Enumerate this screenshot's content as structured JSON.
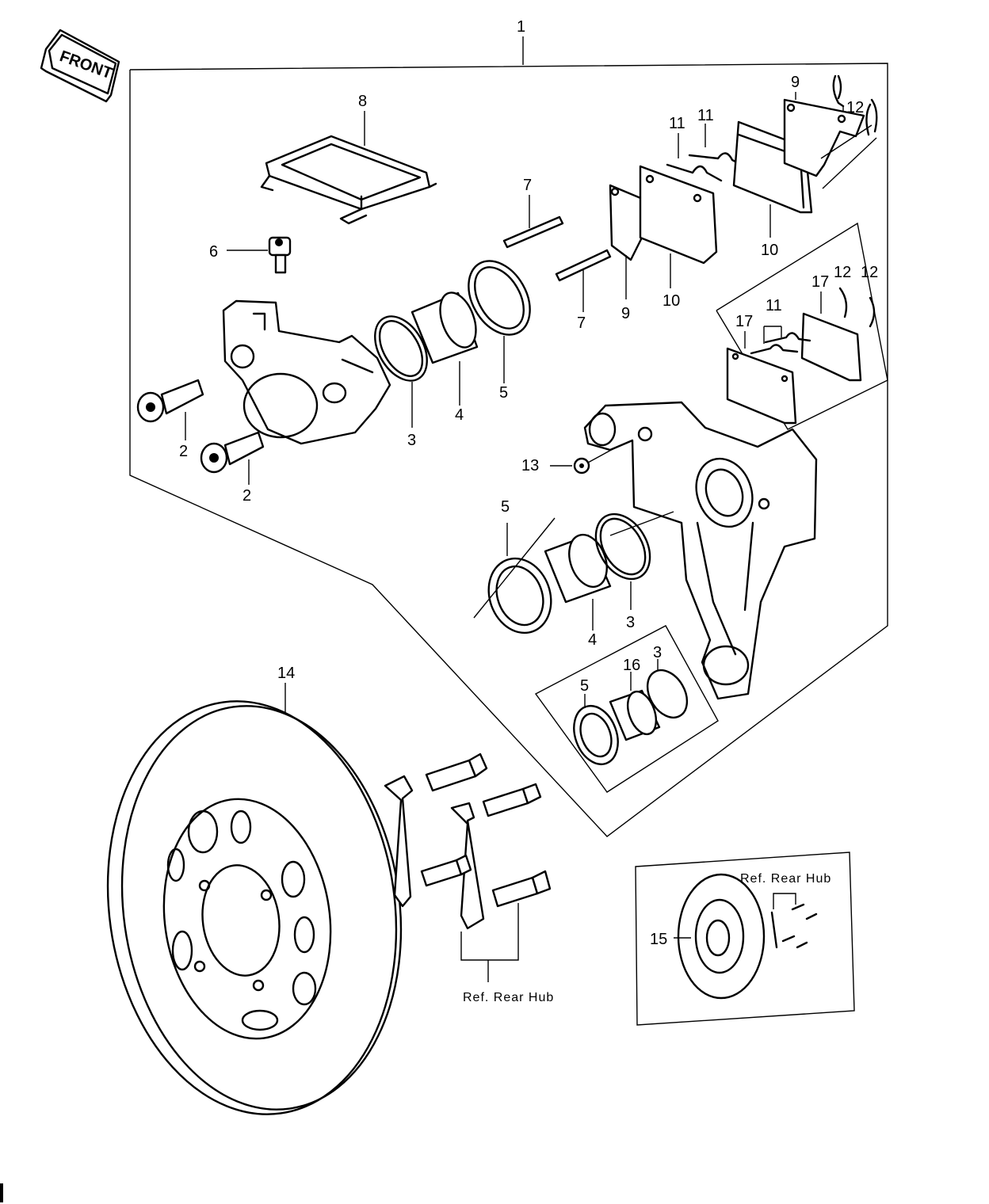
{
  "front_arrow": {
    "text": "FRONT"
  },
  "part_labels": {
    "l1": "1",
    "l2a": "2",
    "l2b": "2",
    "l3a": "3",
    "l3b": "3",
    "l3c": "3",
    "l4a": "4",
    "l4b": "4",
    "l5a": "5",
    "l5b": "5",
    "l5c": "5",
    "l6": "6",
    "l7a": "7",
    "l7b": "7",
    "l8": "8",
    "l9a": "9",
    "l9b": "9",
    "l10a": "10",
    "l10b": "10",
    "l11a": "11",
    "l11b": "11",
    "l11c": "11",
    "l12a": "12",
    "l12b": "12",
    "l12c": "12",
    "l13": "13",
    "l14": "14",
    "l15": "15",
    "l16": "16",
    "l17a": "17",
    "l17b": "17"
  },
  "references": {
    "rear_hub_main": "Ref. Rear Hub",
    "rear_hub_inset": "Ref. Rear Hub"
  }
}
